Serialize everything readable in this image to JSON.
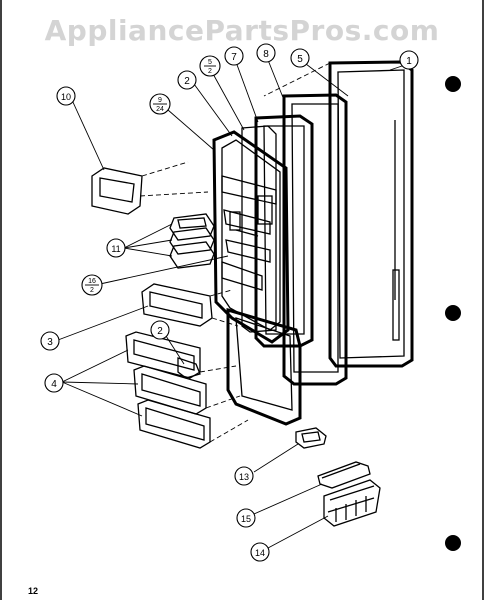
{
  "watermark": "AppliancePartsPros.com",
  "page_number": "12",
  "callouts": [
    {
      "id": "c1",
      "top": "1"
    },
    {
      "id": "c2",
      "top": "2"
    },
    {
      "id": "c5",
      "top": "5"
    },
    {
      "id": "c7",
      "top": "7"
    },
    {
      "id": "c8",
      "top": "8"
    },
    {
      "id": "c9",
      "top": "9"
    },
    {
      "id": "c10",
      "top": "10"
    },
    {
      "id": "c11",
      "top": "11"
    },
    {
      "id": "c3",
      "top": "3"
    },
    {
      "id": "c2b",
      "top": "2"
    },
    {
      "id": "c4",
      "top": "4"
    },
    {
      "id": "c13",
      "top": "13"
    },
    {
      "id": "c15",
      "top": "15"
    },
    {
      "id": "c14",
      "top": "14"
    },
    {
      "id": "c5_2",
      "top": "5",
      "bottom": "2"
    },
    {
      "id": "c9_24",
      "top": "9",
      "bottom": "24"
    },
    {
      "id": "c16_2",
      "top": "16",
      "bottom": "2"
    }
  ]
}
